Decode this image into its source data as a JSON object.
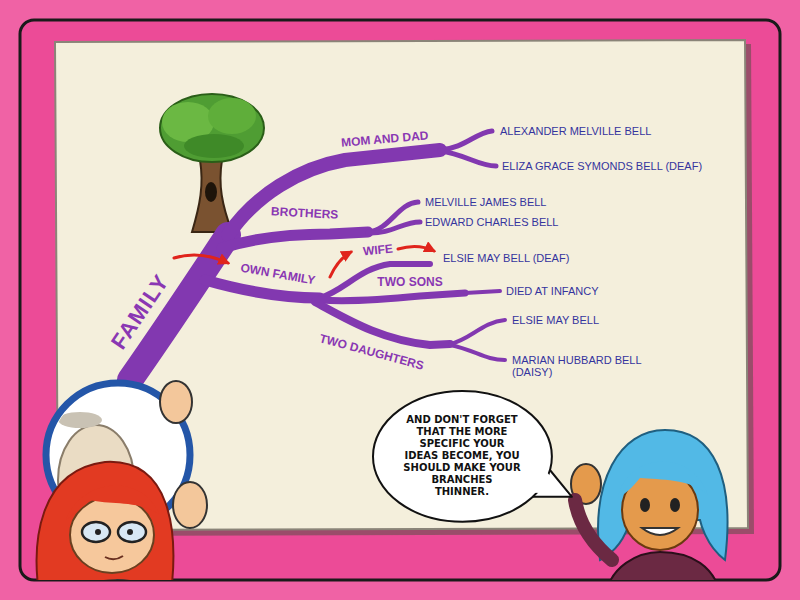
{
  "diagram": {
    "nodes": [
      {
        "text": [
          "AND DON'T FORGET THAT THE MORE SPECIFIC YOUR IDEAS BECOME, YOU SHOULD MAKE YOUR BRANCHES THINNER."
        ]
      }
    ],
    "labels": [
      "FAMILY",
      "MOM AND DAD",
      "ALEXANDER MELVILLE BELL",
      "ELIZA GRACE SYMONDS BELL (DEAF)",
      "BROTHERS",
      "MELVILLE JAMES BELL",
      "EDWARD CHARLES BELL",
      "OWN FAMILY",
      "WIFE",
      "ELSIE MAY BELL (DEAF)",
      "TWO SONS",
      "DIED AT INFANCY",
      "TWO DAUGHTERS",
      "ELSIE MAY BELL",
      "MARIAN HUBBARD BELL (DAISY)"
    ]
  }
}
